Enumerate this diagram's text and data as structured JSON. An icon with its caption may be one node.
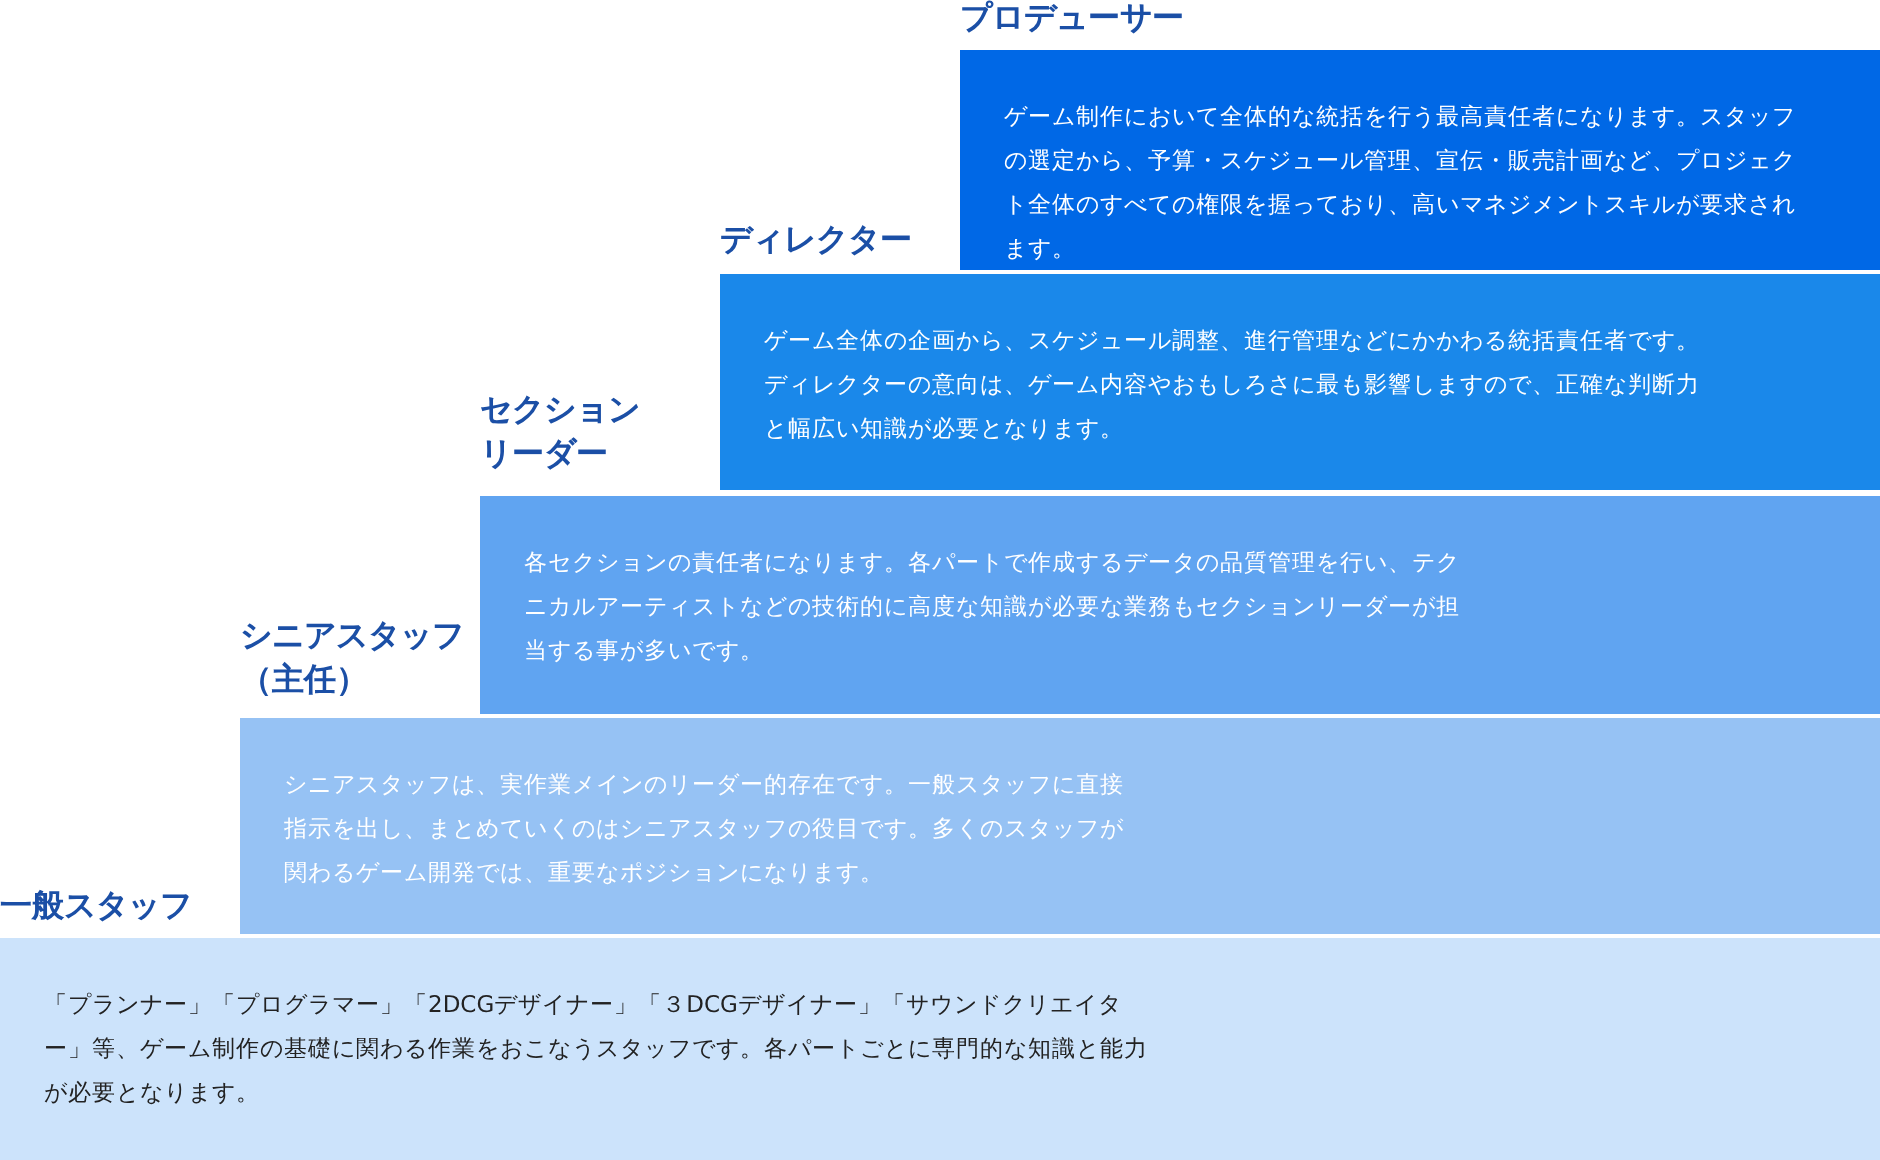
{
  "diagram": {
    "nodes": [
      {
        "text": [
          "プロデューサー",
          "ゲーム制作において全体的な統括を行う最高責任者になります。スタッフの選定から、予算・スケジュール管理、宣伝・販売計画など、プロジェクト全体のすべての権限を握っており、高いマネジメントスキルが要求されます。"
        ]
      },
      {
        "text": [
          "ディレクター",
          "ゲーム全体の企画から、スケジュール調整、進行管理などにかかわる統括責任者です。ディレクターの意向は、ゲーム内容やおもしろさに最も影響しますので、正確な判断力と幅広い知識が必要となります。"
        ]
      },
      {
        "text": [
          "セクションリーダー",
          "各セクションの責任者になります。各パートで作成するデータの品質管理を行い、テクニカルアーティストなどの技術的に高度な知識が必要な業務もセクションリーダーが担当する事が多いです。"
        ]
      },
      {
        "text": [
          "シニアスタッフ（主任）",
          "シニアスタッフは、実作業メインのリーダー的存在です。一般スタッフに直接指示を出し、まとめていくのはシニアスタッフの役目です。多くのスタッフが関わるゲーム開発では、重要なポジションになります。"
        ]
      },
      {
        "text": [
          "一般スタッフ",
          "「プランナー」「プログラマー」「2DCGデザイナー」「３DCGデザイナー」「サウンドクリエイター」等、ゲーム制作の基礎に関わる作業をおこなうスタッフです。各パートごとに専門的な知識と能力が必要となります。"
        ]
      }
    ]
  }
}
